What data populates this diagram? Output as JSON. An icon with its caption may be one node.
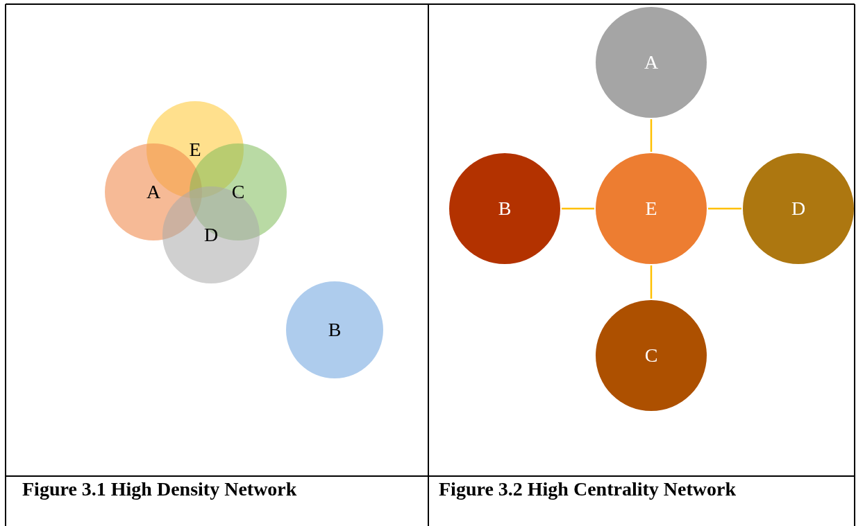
{
  "diagram": {
    "nodes": [
      {
        "text": [
          "E"
        ]
      },
      {
        "text": [
          "A"
        ]
      },
      {
        "text": [
          "C"
        ]
      },
      {
        "text": [
          "D"
        ]
      },
      {
        "text": [
          "B"
        ]
      },
      {
        "text": [
          "A"
        ]
      },
      {
        "text": [
          "B"
        ]
      },
      {
        "text": [
          "E"
        ]
      },
      {
        "text": [
          "D"
        ]
      },
      {
        "text": [
          "C"
        ]
      }
    ],
    "edges": [
      {
        "from": 7,
        "to": 5,
        "arrow": "none"
      },
      {
        "from": 6,
        "to": 7,
        "arrow": "none"
      },
      {
        "from": 7,
        "to": 8,
        "arrow": "none"
      },
      {
        "from": 7,
        "to": 9,
        "arrow": "none"
      }
    ],
    "labels": [
      "Figure 3.1 High Density Network",
      "Figure 3.2 High Centrality Network"
    ]
  }
}
